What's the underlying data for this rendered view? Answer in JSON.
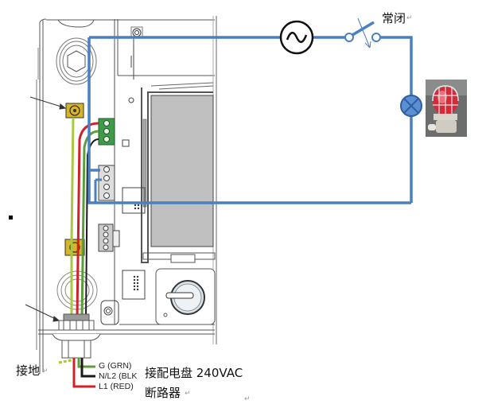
{
  "diagram": {
    "title": "Alarm light wiring (normally closed relay)",
    "switch_label": "常闭",
    "ground_label": "接地",
    "panel_label_line1": "接配电盘 240VAC",
    "panel_label_line2": "断路器",
    "wires": [
      {
        "label": "G (GRN)",
        "color": "#5a9e3a"
      },
      {
        "label": "N/L2 (BLK",
        "color": "#1a1a1a"
      },
      {
        "label": "L1 (RED)",
        "color": "#d0202a"
      }
    ],
    "circuit_color": "#4a7fc0",
    "components": {
      "ac_source": "ac-source-symbol",
      "switch": "normally-closed-switch-symbol",
      "lamp": "lamp-symbol",
      "beacon": "red-alarm-beacon-photo"
    },
    "paragraph_mark": "↵"
  }
}
